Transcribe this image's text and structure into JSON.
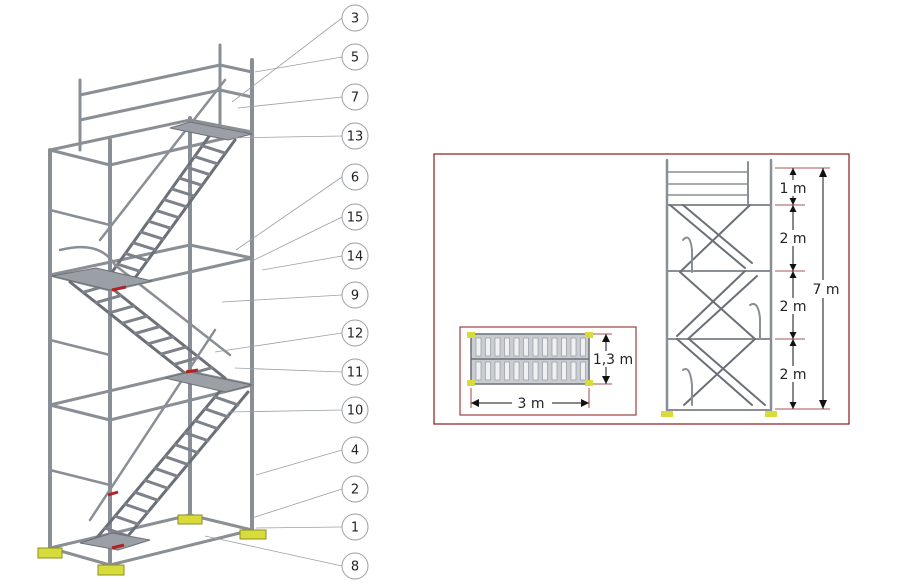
{
  "colors": {
    "frame_border": "#8b1a1a",
    "tube": "#8a8f96",
    "baseplate": "#d8dc3a",
    "accent_red": "#b22222"
  },
  "callouts": [
    "3",
    "5",
    "7",
    "13",
    "6",
    "15",
    "14",
    "9",
    "12",
    "11",
    "10",
    "4",
    "2",
    "1",
    "8"
  ],
  "plan_view": {
    "width_label": "3 m",
    "depth_label": "1,3 m"
  },
  "elevation": {
    "level_labels": [
      "1 m",
      "2 m",
      "2 m",
      "2 m"
    ],
    "total_label": "7 m"
  }
}
